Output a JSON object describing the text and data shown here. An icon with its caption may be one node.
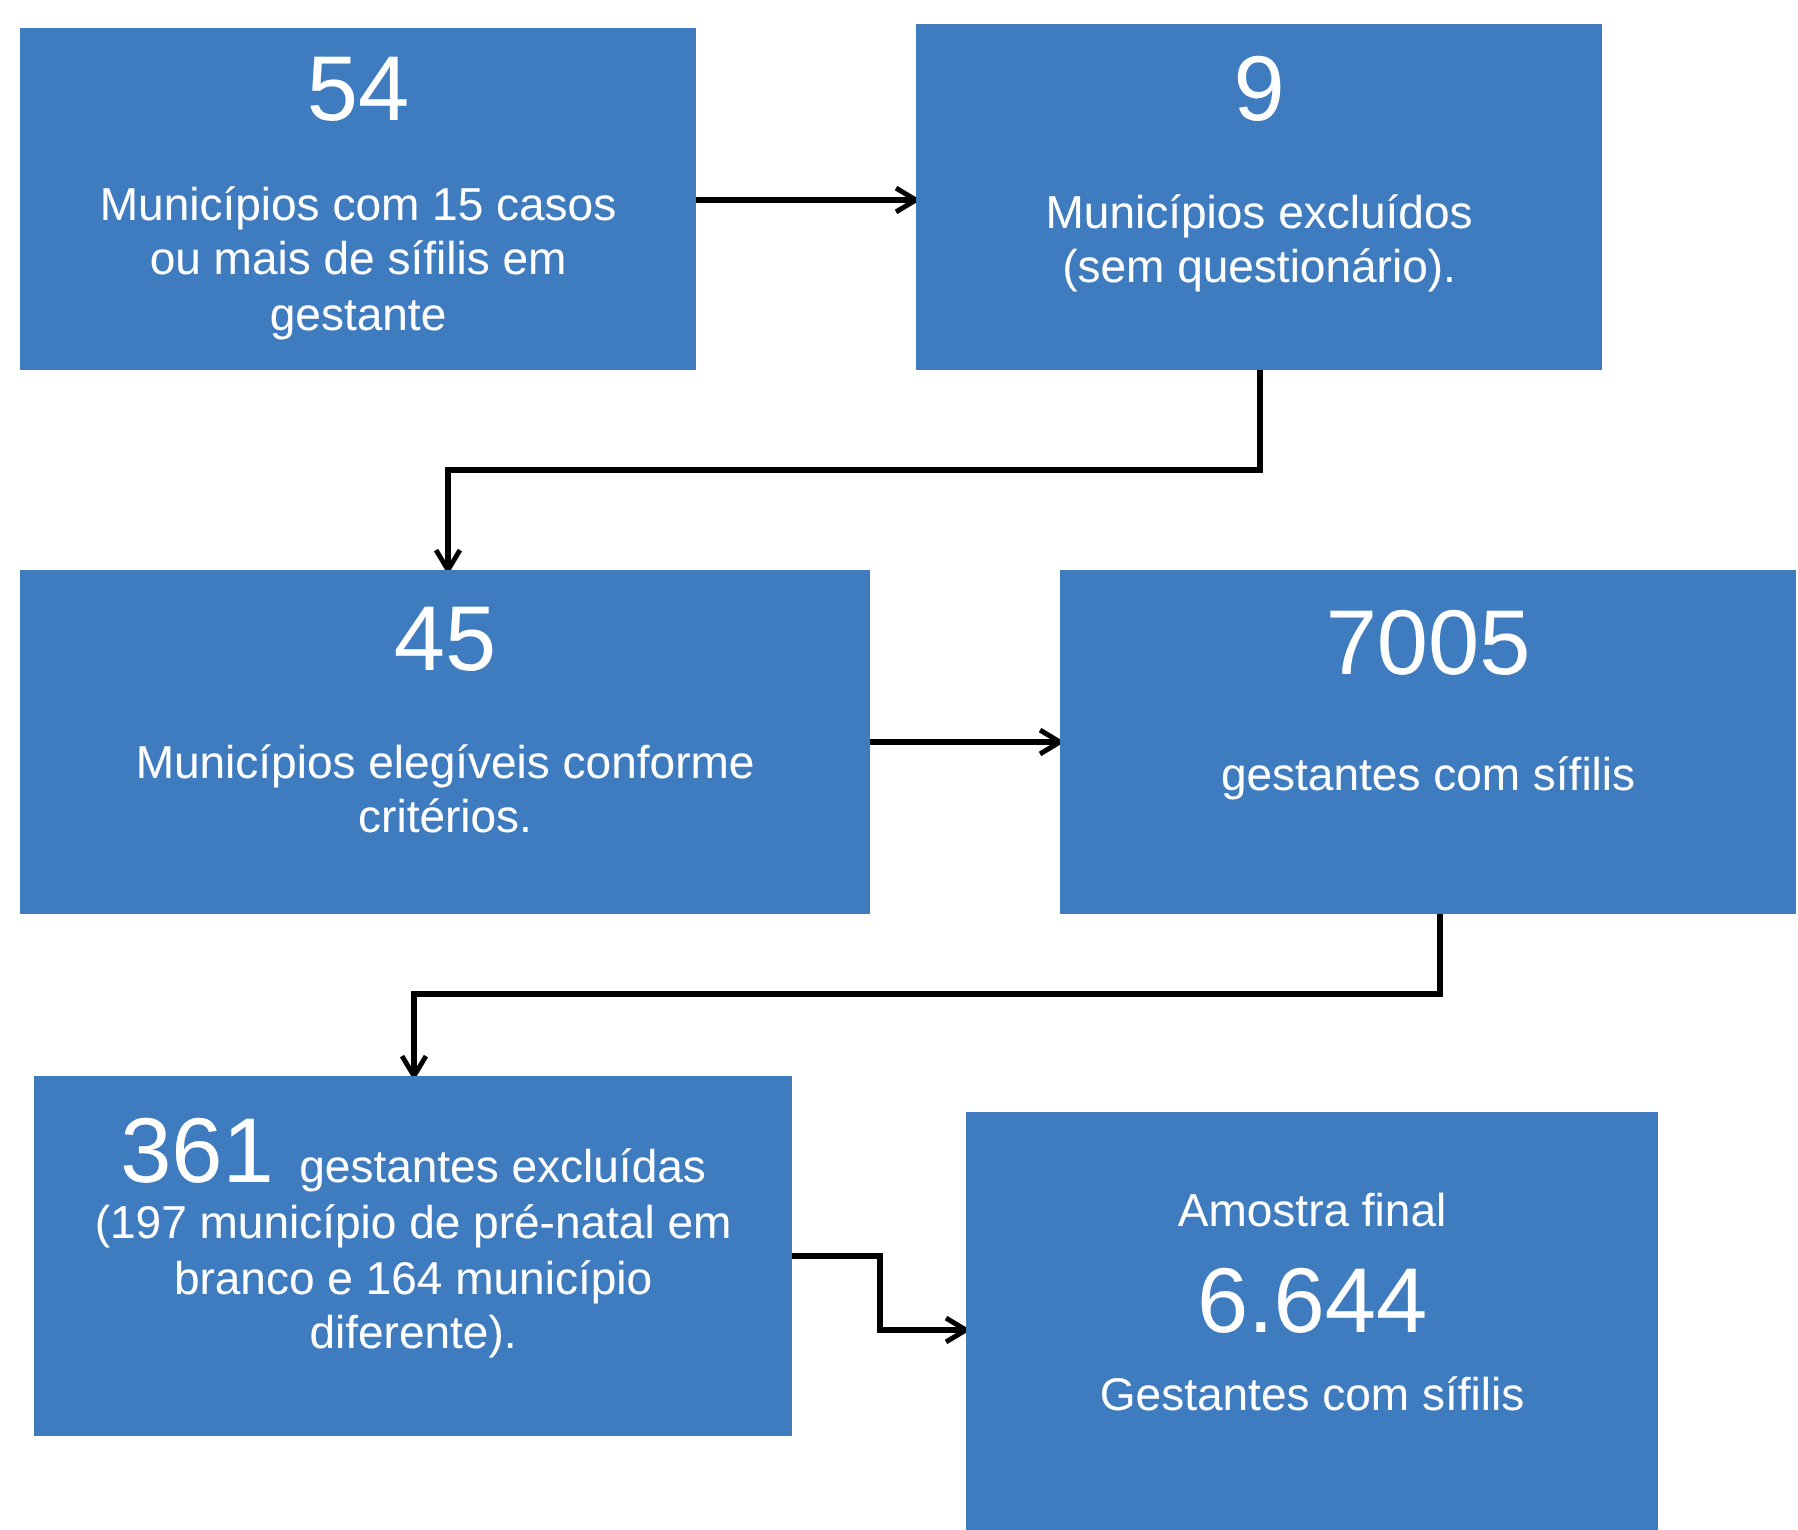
{
  "diagram": {
    "nodes": [
      {
        "text": [
          "54",
          "Municípios com 15 casos ou mais de sífilis em gestante"
        ]
      },
      {
        "text": [
          "9",
          "Municípios excluídos (sem questionário)."
        ]
      },
      {
        "text": [
          "45",
          "Municípios elegíveis conforme critérios."
        ]
      },
      {
        "text": [
          "7005",
          "gestantes com sífilis"
        ]
      },
      {
        "text": [
          "361",
          "gestantes excluídas (197 município de pré-natal em branco e 164 município diferente)."
        ]
      },
      {
        "text": [
          "Amostra final",
          "6.644",
          "Gestantes com sífilis"
        ]
      }
    ],
    "edges": [
      {
        "from": 0,
        "to": 1,
        "arrow": "to"
      },
      {
        "from": 1,
        "to": 2,
        "arrow": "to"
      },
      {
        "from": 2,
        "to": 3,
        "arrow": "to"
      },
      {
        "from": 3,
        "to": 4,
        "arrow": "to"
      },
      {
        "from": 4,
        "to": 5,
        "arrow": "to"
      }
    ]
  }
}
